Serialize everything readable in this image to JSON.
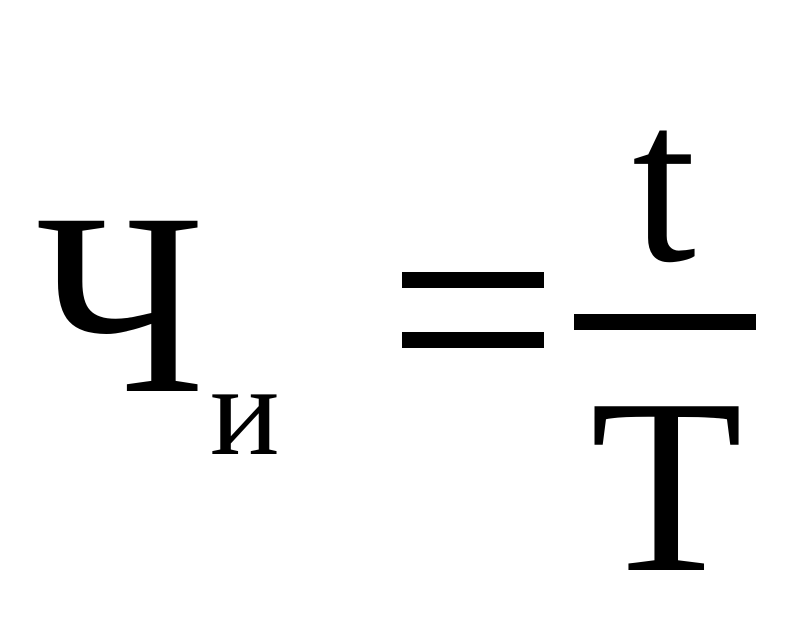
{
  "formula": {
    "main_symbol": "Ч",
    "subscript": "и",
    "operator": "=",
    "numerator": "t",
    "denominator": "T"
  },
  "colors": {
    "background": "#ffffff",
    "ink": "#000000"
  }
}
